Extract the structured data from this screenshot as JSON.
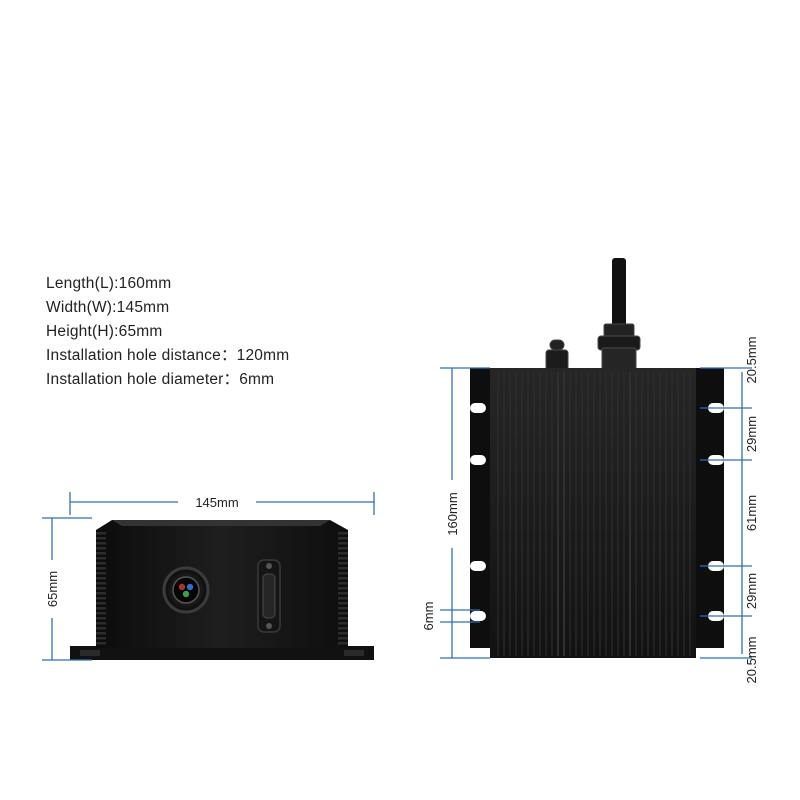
{
  "specs": {
    "length": "Length(L):160mm",
    "width": "Width(W):145mm",
    "height": "Height(H):65mm",
    "hole_distance": "Installation hole distance：120mm",
    "hole_diameter": "Installation hole diameter：6mm"
  },
  "front_view": {
    "width_label": "145mm",
    "height_label": "65mm"
  },
  "top_view": {
    "length_label": "160mm",
    "hole_label": "6mm",
    "right_labels": [
      "20.5mm",
      "29mm",
      "61mm",
      "29mm",
      "20.5mm"
    ]
  },
  "colors": {
    "dimension_line": "#2f6fb8",
    "device_body": "#141414"
  }
}
